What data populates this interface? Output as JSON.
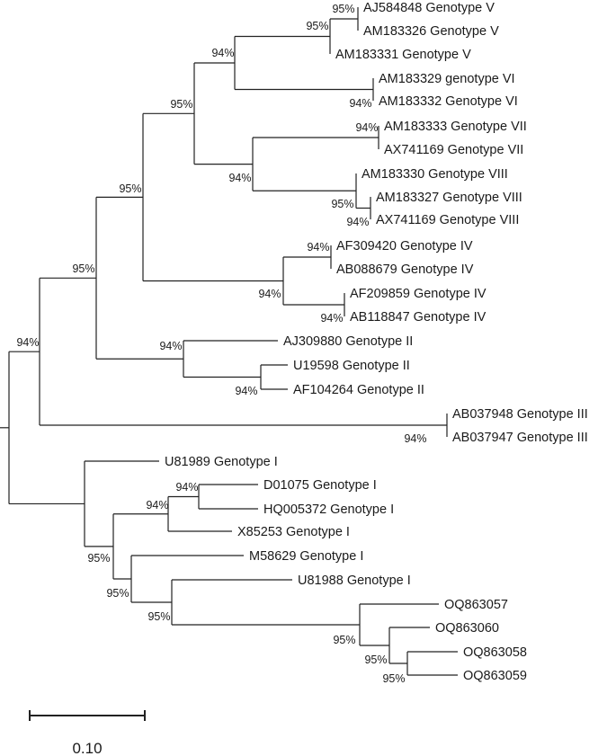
{
  "leaves": [
    {
      "id": "AJ584848",
      "label": "AJ584848 Genotype V"
    },
    {
      "id": "AM183326",
      "label": "AM183326 Genotype V"
    },
    {
      "id": "AM183331",
      "label": "AM183331 Genotype V"
    },
    {
      "id": "AM183329",
      "label": "AM183329 genotype VI"
    },
    {
      "id": "AM183332",
      "label": "AM183332 Genotype VI"
    },
    {
      "id": "AM183333",
      "label": "AM183333 Genotype VII"
    },
    {
      "id": "AX741169a",
      "label": "AX741169 Genotype VII"
    },
    {
      "id": "AM183330",
      "label": "AM183330 Genotype VIII"
    },
    {
      "id": "AM183327",
      "label": "AM183327 Genotype VIII"
    },
    {
      "id": "AX741169b",
      "label": "AX741169 Genotype VIII"
    },
    {
      "id": "AF309420",
      "label": "AF309420 Genotype IV"
    },
    {
      "id": "AB088679",
      "label": "AB088679 Genotype IV"
    },
    {
      "id": "AF209859",
      "label": "AF209859 Genotype IV"
    },
    {
      "id": "AB118847",
      "label": "AB118847 Genotype IV"
    },
    {
      "id": "AJ309880",
      "label": "AJ309880 Genotype II"
    },
    {
      "id": "U19598",
      "label": "U19598 Genotype II"
    },
    {
      "id": "AF104264",
      "label": "AF104264 Genotype II"
    },
    {
      "id": "AB037948",
      "label": "AB037948 Genotype III"
    },
    {
      "id": "AB037947",
      "label": "AB037947 Genotype III"
    },
    {
      "id": "U81989",
      "label": "U81989 Genotype I"
    },
    {
      "id": "D01075",
      "label": "D01075 Genotype I"
    },
    {
      "id": "HQ005372",
      "label": "HQ005372 Genotype I"
    },
    {
      "id": "X85253",
      "label": "X85253 Genotype I"
    },
    {
      "id": "M58629",
      "label": "M58629 Genotype I"
    },
    {
      "id": "U81988",
      "label": "U81988 Genotype I"
    },
    {
      "id": "OQ863057",
      "label": "OQ863057"
    },
    {
      "id": "OQ863060",
      "label": "OQ863060"
    },
    {
      "id": "OQ863058",
      "label": "OQ863058"
    },
    {
      "id": "OQ863059",
      "label": "OQ863059"
    }
  ],
  "clades": [
    {
      "id": "n_V_pair",
      "support": "95%"
    },
    {
      "id": "n_V",
      "support": "95%"
    },
    {
      "id": "n_VI",
      "support": "94%"
    },
    {
      "id": "n_V_VI",
      "support": "94%"
    },
    {
      "id": "n_VII",
      "support": "94%"
    },
    {
      "id": "n_VIII_pair",
      "support": "94%"
    },
    {
      "id": "n_VIII",
      "support": "95%"
    },
    {
      "id": "n_VII_VIII",
      "support": "94%"
    },
    {
      "id": "n_V_VIII",
      "support": "95%"
    },
    {
      "id": "n_IV_a",
      "support": "94%"
    },
    {
      "id": "n_IV_b",
      "support": "94%"
    },
    {
      "id": "n_IV",
      "support": "94%"
    },
    {
      "id": "n_V_IV",
      "support": "95%"
    },
    {
      "id": "n_II_pair",
      "support": "94%"
    },
    {
      "id": "n_II",
      "support": "94%"
    },
    {
      "id": "n_V_II",
      "support": "95%"
    },
    {
      "id": "n_III",
      "support": "94%"
    },
    {
      "id": "n_root",
      "support": "94%"
    },
    {
      "id": "n_I_top",
      "support": "94%"
    },
    {
      "id": "n_I_DH",
      "support": "94%"
    },
    {
      "id": "n_I_mid",
      "support": "95%"
    },
    {
      "id": "n_I_M",
      "support": "95%"
    },
    {
      "id": "n_OQ_sub",
      "support": "95%"
    },
    {
      "id": "n_OQ_in",
      "support": "95%"
    },
    {
      "id": "n_OQ",
      "support": "95%"
    },
    {
      "id": "n_U81988_OQ",
      "support": "95%"
    }
  ],
  "scale_bar": {
    "label": "0.10",
    "value": 0.1
  }
}
